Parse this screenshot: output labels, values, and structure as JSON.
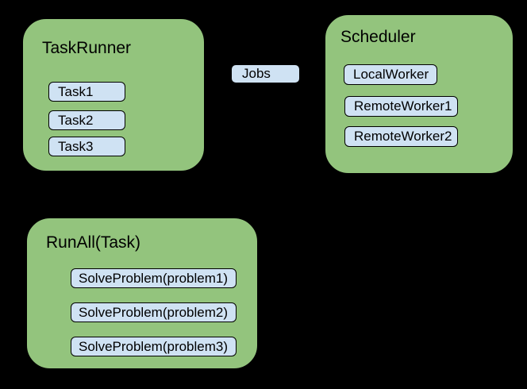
{
  "colors": {
    "background": "#000000",
    "group_fill": "#93c47d",
    "group_border": "#000000",
    "item_fill": "#cfe2f3",
    "item_border": "#000000",
    "text": "#000000"
  },
  "diagram": {
    "groups": [
      {
        "title": "TaskRunner",
        "items": [
          "Task1",
          "Task2",
          "Task3"
        ]
      },
      {
        "title": "Scheduler",
        "items": [
          "LocalWorker",
          "RemoteWorker1",
          "RemoteWorker2"
        ]
      },
      {
        "title": "RunAll(Task)",
        "items": [
          "SolveProblem(problem1)",
          "SolveProblem(problem2)",
          "SolveProblem(problem3)"
        ]
      }
    ],
    "connector_label": "Jobs"
  }
}
